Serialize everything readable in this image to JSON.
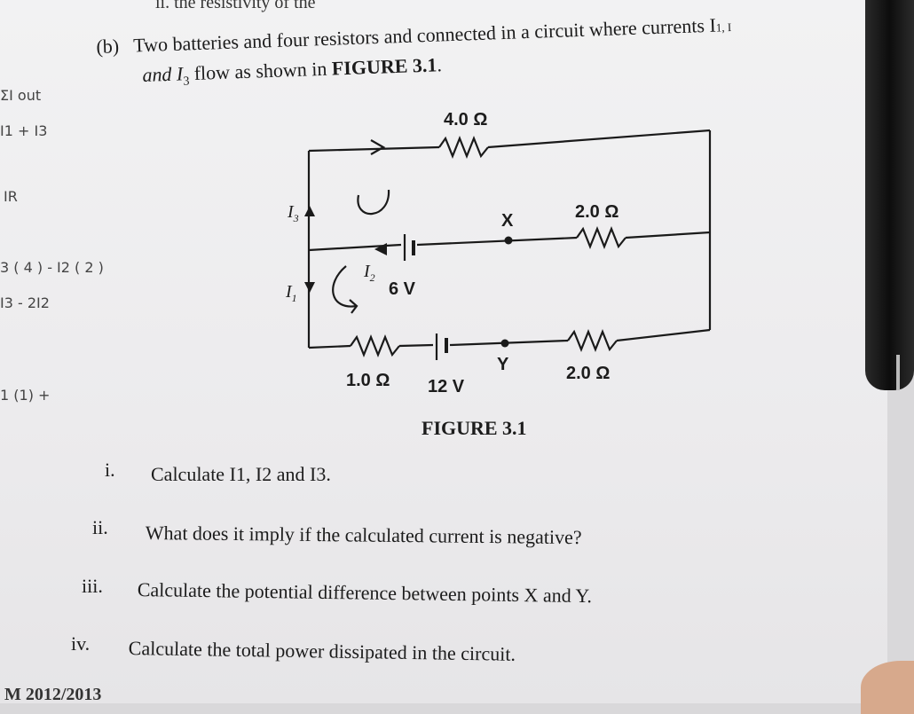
{
  "header_fragment": "ii.    the resistivity of the",
  "question_b": {
    "label": "(b)",
    "line1": "Two batteries and four resistors and connected in a circuit where currents I",
    "line1_tail": "1, I",
    "line2_pre": "and I",
    "line2_sub": "3",
    "line2_mid": " flow as shown in ",
    "line2_bold": "FIGURE 3.1",
    "line2_end": "."
  },
  "handwriting": [
    "ΣI out",
    "I1 + I3",
    "IR",
    "3 ( 4 ) - I2 ( 2 )",
    "I3  - 2I2",
    "1 (1) +"
  ],
  "circuit": {
    "r_top": "4.0 Ω",
    "r_mid": "2.0 Ω",
    "r_bottom_left": "1.0 Ω",
    "r_bottom_right": "2.0 Ω",
    "battery_mid": "6 V",
    "battery_bottom": "12 V",
    "point_x": "X",
    "point_y": "Y",
    "i1": "I",
    "i1_sub": "1",
    "i2": "I",
    "i2_sub": "2",
    "i3": "I",
    "i3_sub": "3"
  },
  "figure_caption": "FIGURE 3.1",
  "questions": [
    {
      "num": "i.",
      "text": "Calculate I1, I2 and I3."
    },
    {
      "num": "ii.",
      "text": "What does it imply if the calculated current is negative?"
    },
    {
      "num": "iii.",
      "text": "Calculate the potential difference between points X and Y."
    },
    {
      "num": "iv.",
      "text": "Calculate the total power dissipated in the circuit."
    }
  ],
  "footer": "M 2012/2013"
}
